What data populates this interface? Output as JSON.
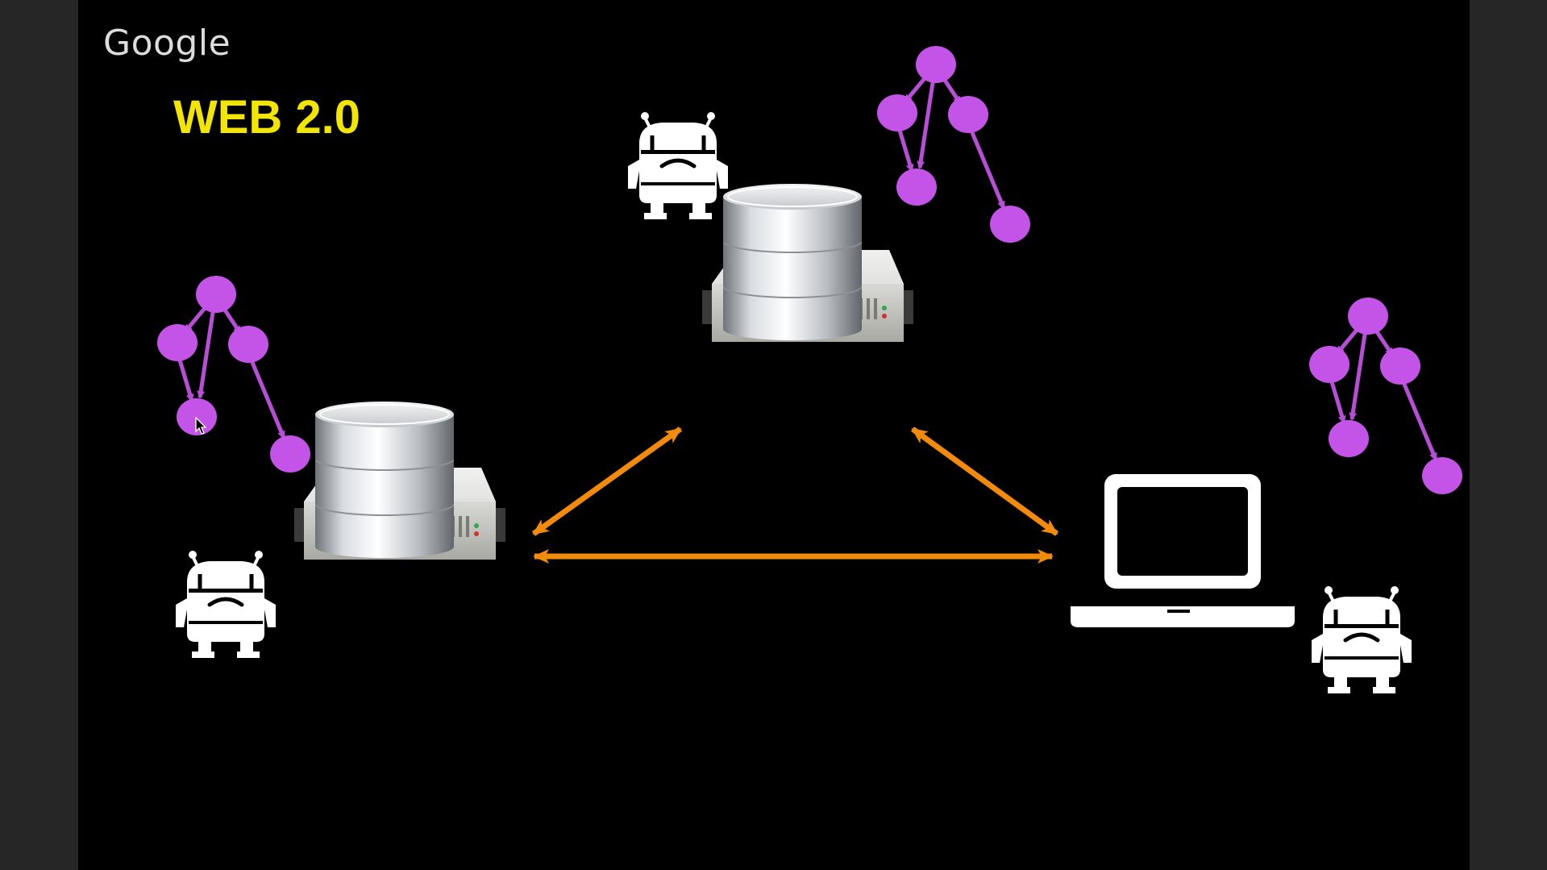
{
  "slide": {
    "brand": "Google",
    "title": "WEB 2.0"
  },
  "colors": {
    "background": "#000000",
    "frame": "#262626",
    "title": "#f2e600",
    "brand": "#dcdcdc",
    "graph_node": "#c454e8",
    "graph_edge": "#b64fd6",
    "link_arrow": "#f28a0c",
    "robot": "#ffffff",
    "device": "#ffffff"
  },
  "icons": [
    "google-logo",
    "robot-icon",
    "database-server-icon",
    "laptop-icon",
    "graph-icon",
    "mouse-cursor-icon"
  ]
}
